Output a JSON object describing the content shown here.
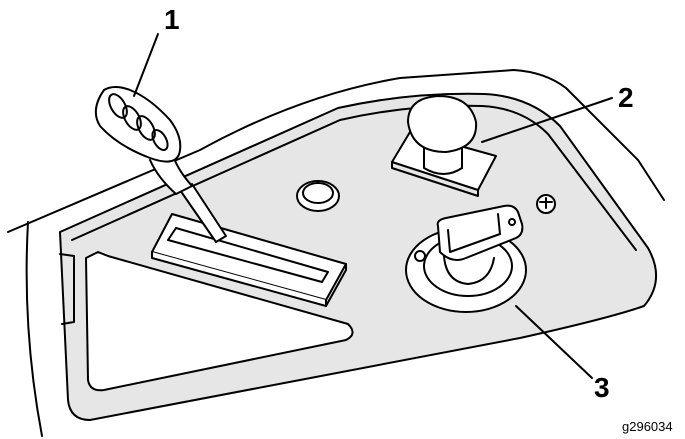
{
  "callouts": [
    {
      "label": "1",
      "part": "throttle-lever"
    },
    {
      "label": "2",
      "part": "choke-knob"
    },
    {
      "label": "3",
      "part": "ignition-key-switch"
    }
  ],
  "figure_id": "g296034",
  "colors": {
    "stroke": "#000000",
    "panel_fill": "#e6e6e6",
    "control_fill": "#ffffff"
  }
}
